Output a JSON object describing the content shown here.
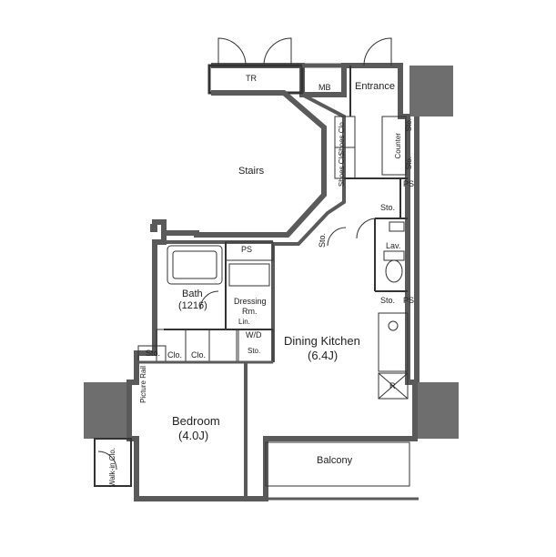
{
  "rooms": {
    "tr": "TR",
    "mb": "MB",
    "entrance": "Entrance",
    "stairs": "Stairs",
    "ps_top": "PS",
    "ps_mid": "PS",
    "ps_bottom": "PS",
    "sto_entry": "Sto.",
    "sto_lav": "Sto.",
    "sto_wd": "Sto.",
    "sto_bed": "Sto.",
    "sto_kitchen": "Sto.",
    "sto_counter_top": "Sto.",
    "sto_counter_bottom": "Sto.",
    "counter": "Counter",
    "lav": "Lav.",
    "bath": "Bath",
    "bath_size": "(1216)",
    "dressing": "Dressing",
    "dressing_rm": "Rm.",
    "lin": "Lin.",
    "wd": "W/D",
    "clo_a": "Clo.",
    "clo_b": "Clo.",
    "shoes_clo_top": "Shoes Clo.",
    "shoes_clo_bottom": "Shoes Clo.",
    "picture_rail": "Picture Rail",
    "walkin": "Walk-in Clo.",
    "dining_kitchen": "Dining Kitchen",
    "dk_size": "(6.4J)",
    "bedroom": "Bedroom",
    "bedroom_size": "(4.0J)",
    "balcony": "Balcony",
    "fridge": "R"
  },
  "colors": {
    "wall": "#5a5a5a",
    "column": "#6e6e6e",
    "line": "#333333",
    "fill": "#ffffff"
  }
}
